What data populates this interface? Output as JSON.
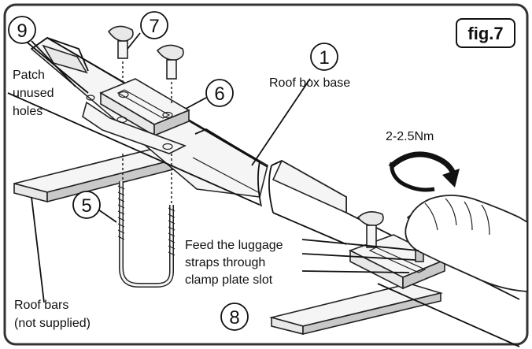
{
  "figure_label": "fig.7",
  "callouts": {
    "c1": "1",
    "c5": "5",
    "c6": "6",
    "c7": "7",
    "c8": "8",
    "c9": "9"
  },
  "labels": {
    "roof_box_base": "Roof box base",
    "patch_line1": "Patch",
    "patch_line2": "unused",
    "patch_line3": "holes",
    "torque": "2-2.5Nm",
    "feed_line1": "Feed the luggage",
    "feed_line2": "straps through",
    "feed_line3": "clamp plate slot",
    "roof_bars_line1": "Roof bars",
    "roof_bars_line2": "(not supplied)"
  }
}
